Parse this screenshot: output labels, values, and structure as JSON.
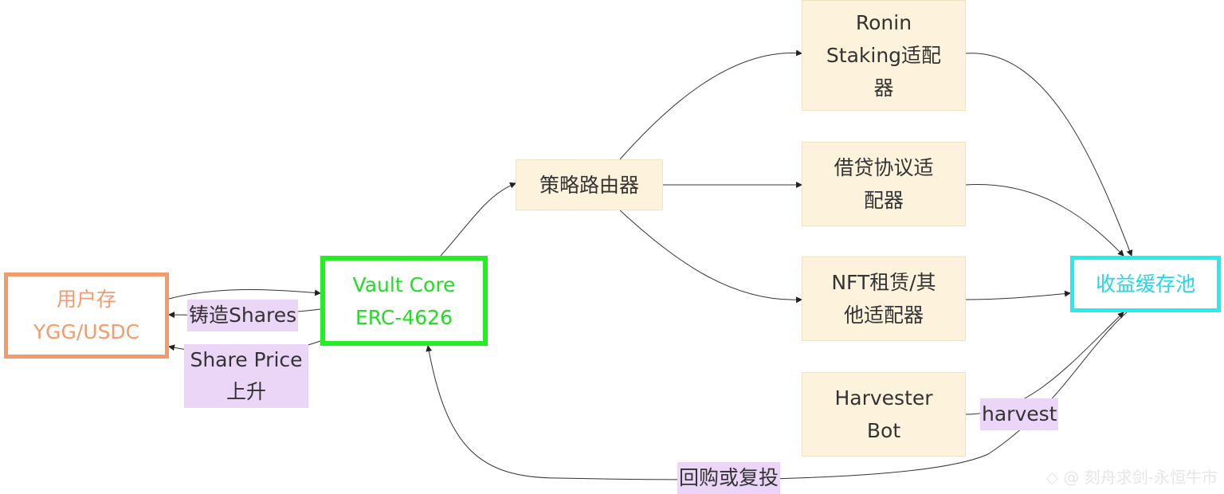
{
  "nodes": {
    "user": "用户存\nYGG/USDC",
    "vault": "Vault Core\nERC-4626",
    "router": "策略路由器",
    "ronin": "Ronin\nStaking适配\n器",
    "lending": "借贷协议适\n配器",
    "nft": "NFT租赁/其\n他适配器",
    "harvester": "Harvester\nBot",
    "pool": "收益缓存池"
  },
  "edges": {
    "mint": "铸造Shares",
    "price": "Share Price\n上升",
    "harvest": "harvest",
    "buyback": "回购或复投"
  },
  "watermark": "◇ @ 刻舟求剑-永恒牛市",
  "colors": {
    "user": "#f59a6a",
    "vault": "#22ee22",
    "pool": "#22eeee",
    "node_fill": "#fdf2dc",
    "edge_label_fill": "#ecd6f7"
  }
}
